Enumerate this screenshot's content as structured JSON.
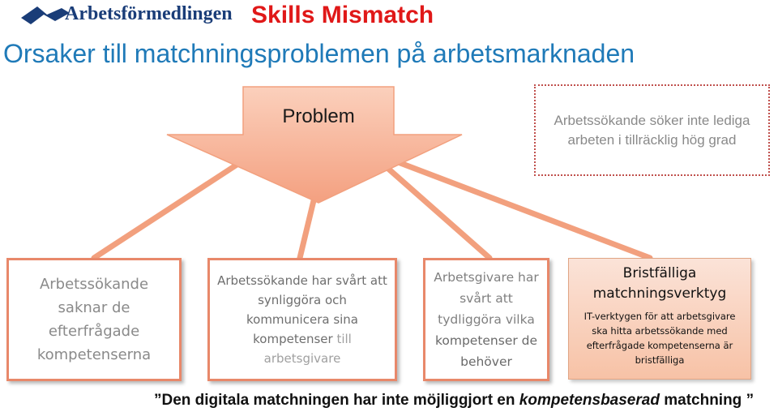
{
  "header": {
    "logo_text": "Arbetsförmedlingen",
    "title": "Skills Mismatch",
    "subtitle": "Orsaker till matchningsproblemen på arbetsmarknaden"
  },
  "problem": {
    "label": "Problem",
    "color": "#f4a484"
  },
  "note": {
    "text": "Arbetssökande söker inte lediga arbeten i tillräcklig hög grad"
  },
  "causes": [
    {
      "text": "Arbetssökande saknar de efterfrågade kompetenserna"
    },
    {
      "part1": "Arbetssökande har svårt att synliggöra och kommunicera sina",
      "part2": "kompetenser",
      "part3": "till arbetsgivare"
    },
    {
      "part1": "Arbetsgivare har svårt att tydliggöra vilka",
      "part2": "kompetenser de behöver"
    },
    {
      "heading": "Bristfälliga matchningsverktyg",
      "body": "IT-verktygen för att arbetsgivare ska hitta arbetssökande med efterfrågade kompetenserna är bristfälliga"
    }
  ],
  "footer": {
    "part1": "Den digitala matchningen har inte möjliggjort en",
    "part2": "kompetensbaserad",
    "part3": "matchning",
    "open_quote": "”",
    "close_quote": "”"
  },
  "colors": {
    "connector": "#f2a07e",
    "box_border": "#e8886a",
    "title_red": "#e01818",
    "subtitle_blue": "#1f7ab8",
    "logo_blue": "#1a3d78"
  }
}
